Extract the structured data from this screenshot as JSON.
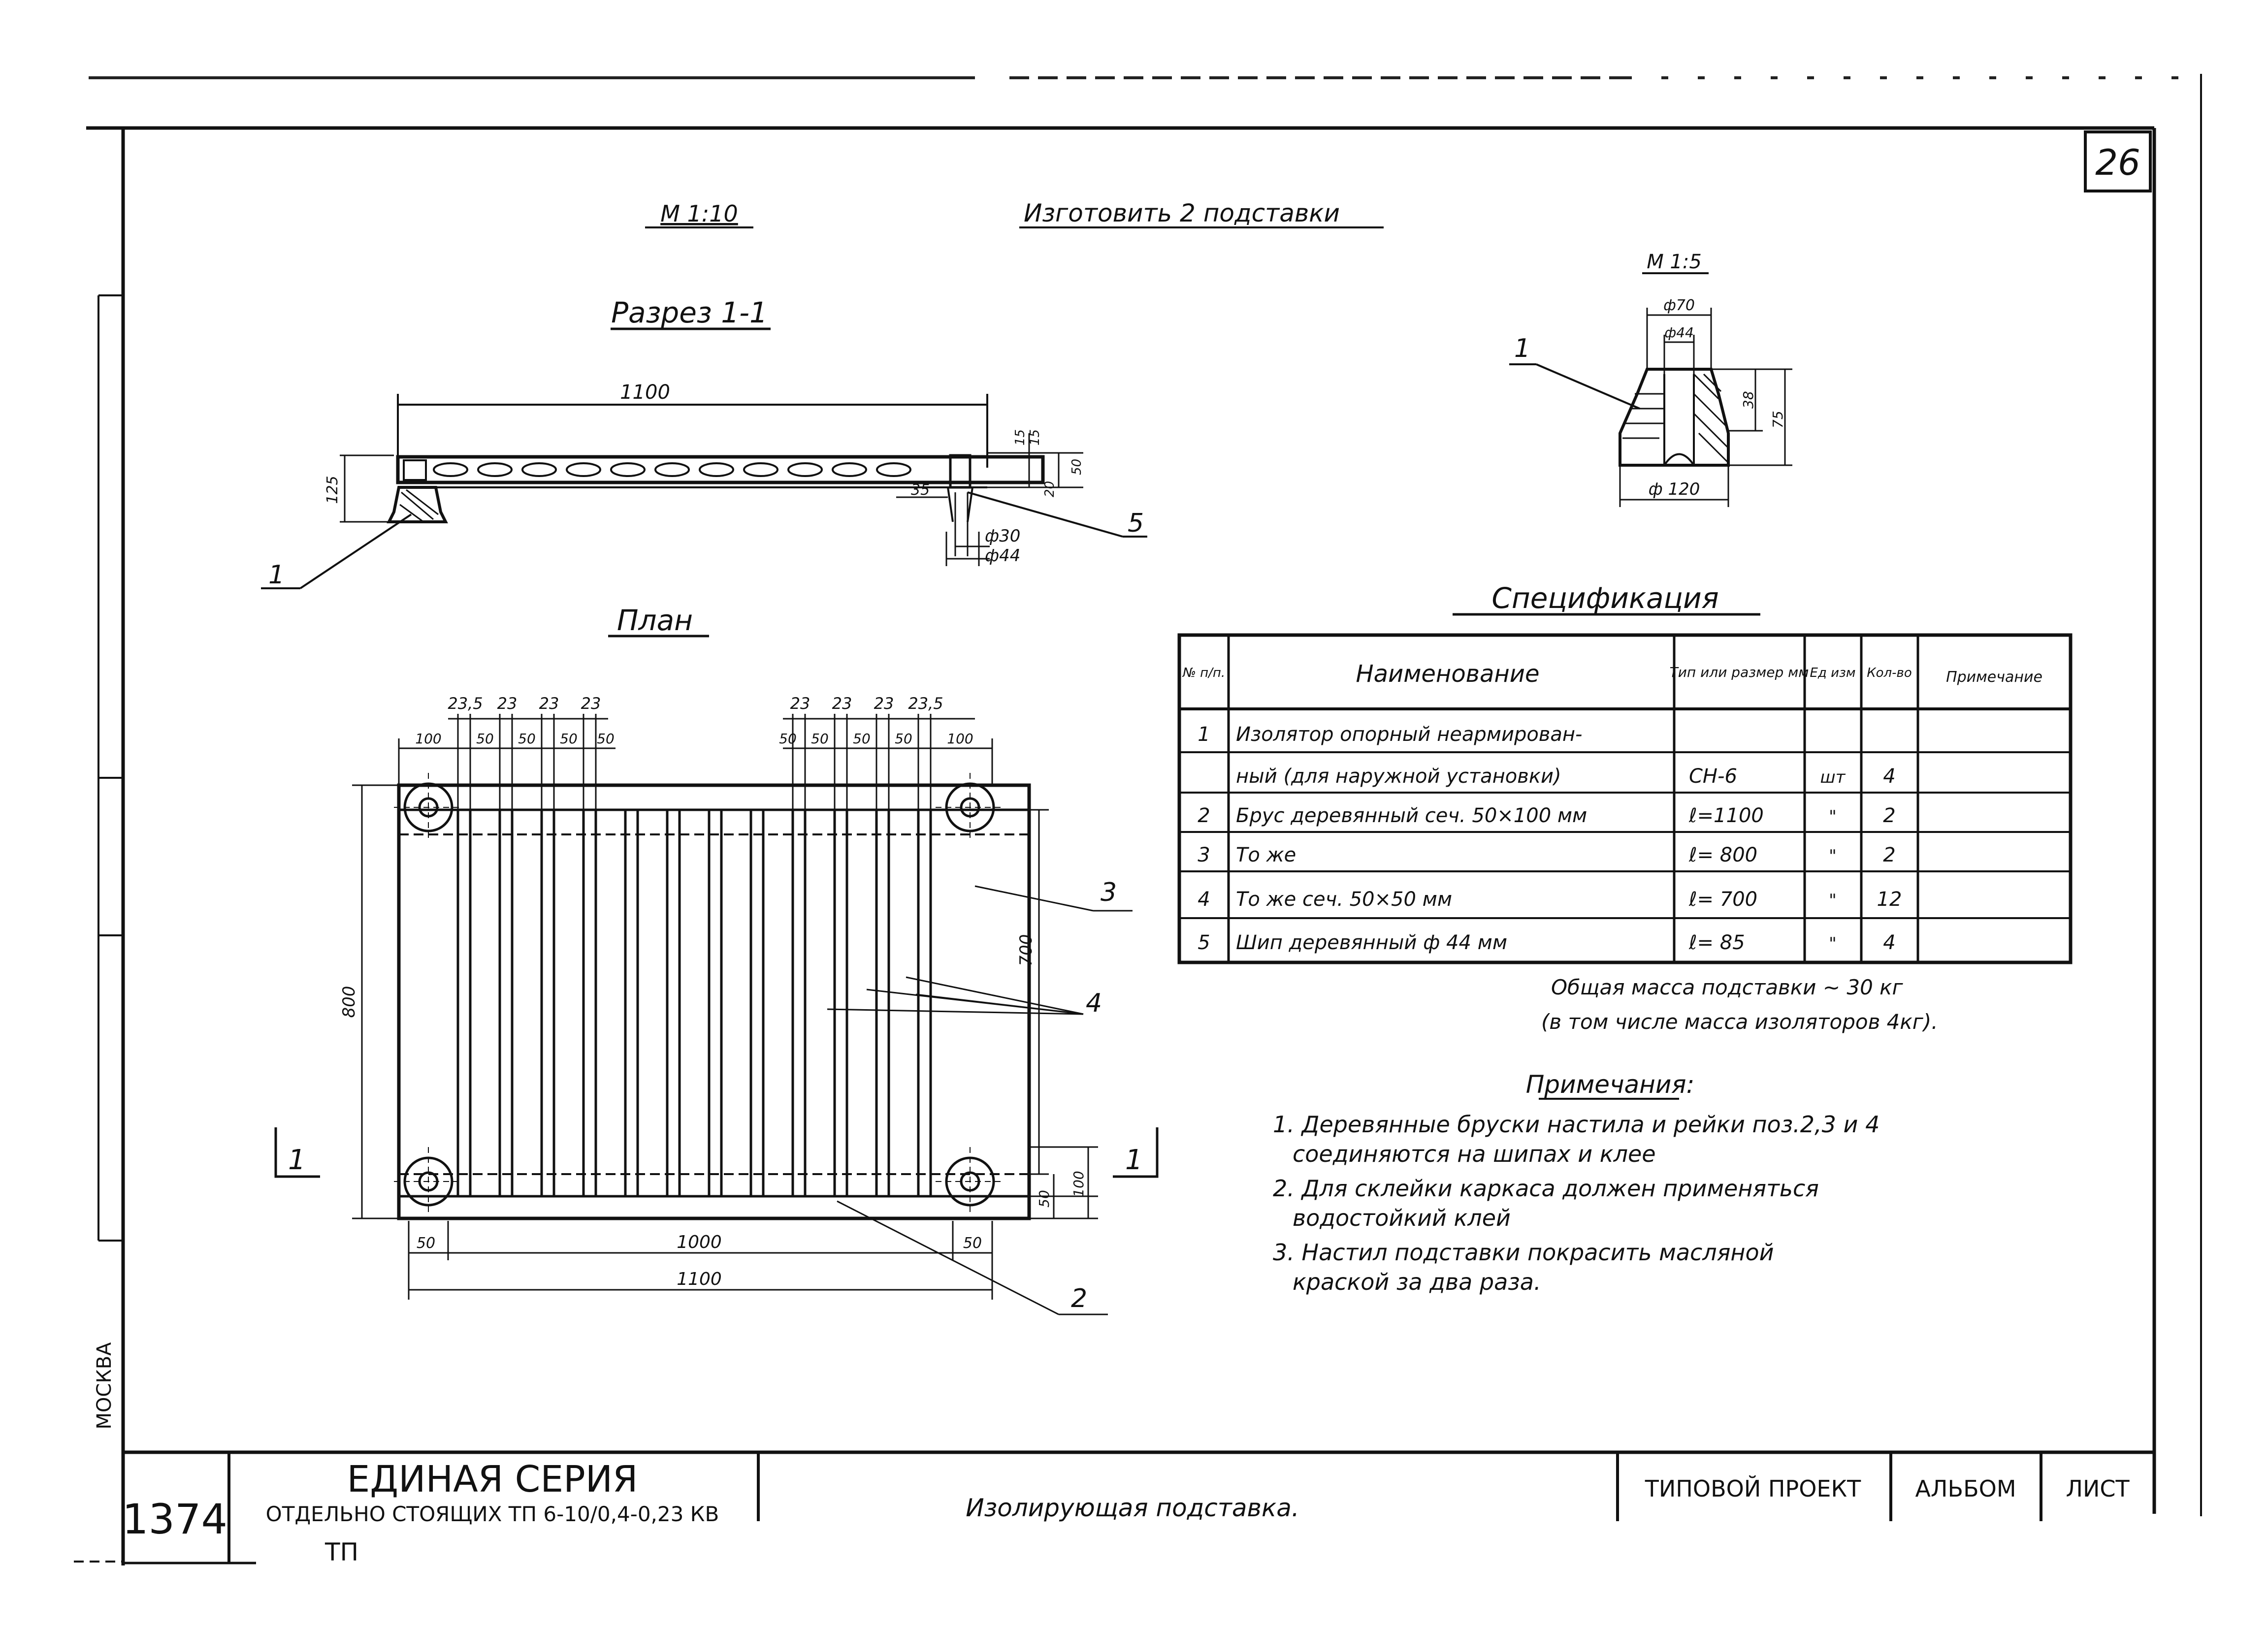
{
  "sheet_number": "26",
  "scale_main": "М 1:10",
  "make_note": "Изготовить 2 подставки",
  "section_title": "Разрез 1-1",
  "plan_title": "План",
  "detail_scale": "М 1:5",
  "section_dims": {
    "length": "1100",
    "height": "125",
    "d15a": "15",
    "d15b": "15",
    "d20": "20",
    "d50": "50",
    "d35": "35",
    "dia30": "ф30",
    "dia44": "ф44"
  },
  "detail_dims": {
    "d70": "ф70",
    "d44": "ф44",
    "d38": "38",
    "d75": "75",
    "d120": "ф 120"
  },
  "plan_dims": {
    "left_spacings": [
      "23,5",
      "23",
      "23",
      "23"
    ],
    "left_bottom": [
      "100",
      "50",
      "50",
      "50",
      "50"
    ],
    "right_spacings": [
      "23",
      "23",
      "23",
      "23,5"
    ],
    "right_bottom": [
      "50",
      "50",
      "50",
      "50",
      "100"
    ],
    "height_800": "800",
    "height_700": "700",
    "bottom_100": "100",
    "bottom_50": "50",
    "left_50": "50",
    "inner_1000": "1000",
    "right_50": "50",
    "total_1100": "1100"
  },
  "callouts": {
    "c1": "1",
    "c2": "2",
    "c3": "3",
    "c4": "4",
    "c5": "5",
    "section_mark_left": "1",
    "section_mark_right": "1"
  },
  "spec": {
    "title": "Спецификация",
    "headers": {
      "num": "№ п/п.",
      "name": "Наименование",
      "type": "Тип или размер мм",
      "unit": "Ед изм",
      "qty": "Кол-во",
      "note": "Примечание"
    },
    "rows": [
      {
        "num": "1",
        "name": "Изолятор опорный неармирован-",
        "type": "",
        "unit": "",
        "qty": "",
        "note": ""
      },
      {
        "num": "",
        "name": "ный (для наружной установки)",
        "type": "СН-6",
        "unit": "шт",
        "qty": "4",
        "note": ""
      },
      {
        "num": "2",
        "name": "Брус деревянный сеч. 50×100 мм",
        "type": "ℓ=1100",
        "unit": "\"",
        "qty": "2",
        "note": ""
      },
      {
        "num": "3",
        "name": "То же",
        "type": "ℓ= 800",
        "unit": "\"",
        "qty": "2",
        "note": ""
      },
      {
        "num": "4",
        "name": "То же сеч. 50×50 мм",
        "type": "ℓ= 700",
        "unit": "\"",
        "qty": "12",
        "note": ""
      },
      {
        "num": "5",
        "name": "Шип деревянный ф 44 мм",
        "type": "ℓ= 85",
        "unit": "\"",
        "qty": "4",
        "note": ""
      }
    ]
  },
  "mass_line1": "Общая масса подставки ~ 30 кг",
  "mass_line2": "(в том числе масса изоляторов 4кг).",
  "notes_title": "Примечания:",
  "notes": [
    "1. Деревянные бруски настила и рейки поз.2,3 и 4",
    "соединяются на шипах и клее",
    "2. Для склейки каркаса должен применяться",
    "водостойкий клей",
    "3. Настил подставки покрасить масляной",
    "краской за два раза."
  ],
  "title_block": {
    "page_number": "1374",
    "series_line1": "ЕДИНАЯ СЕРИЯ",
    "series_line2": "ОТДЕЛЬНО СТОЯЩИХ ТП 6-10/0,4-0,23 КВ",
    "series_line3": "ТП",
    "drawing_name": "Изолирующая подставка.",
    "project_label": "ТИПОВОЙ ПРОЕКТ",
    "album_label": "АЛЬБОМ",
    "sheet_label": "ЛИСТ",
    "side_city": "МОСКВА"
  }
}
